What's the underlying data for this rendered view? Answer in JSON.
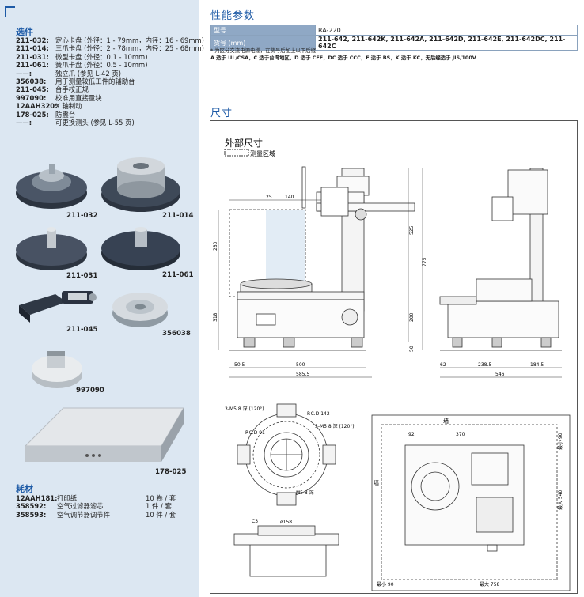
{
  "left": {
    "title": "选件",
    "options": [
      {
        "code": "211-032:",
        "desc": "定心卡盘 (外径：1 - 79mm，内径：16 - 69mm)"
      },
      {
        "code": "211-014:",
        "desc": "三爪卡盘 (外径：2 - 78mm，内径：25 - 68mm)"
      },
      {
        "code": "211-031:",
        "desc": "微型卡盘 (外径：0.1 - 10mm)"
      },
      {
        "code": "211-061:",
        "desc": "簧爪卡盘 (外径：0.5 - 10mm)"
      },
      {
        "code": "——:",
        "desc": "独立爪 (参见 L-42 页)"
      },
      {
        "code": "356038:",
        "desc": "用于测量较低工件的辅助台"
      },
      {
        "code": "211-045:",
        "desc": "台手校正规"
      },
      {
        "code": "997090:",
        "desc": "校准用直接量块"
      },
      {
        "code": "12AAH320:",
        "desc": "X 轴制动"
      },
      {
        "code": "178-025:",
        "desc": "防震台"
      },
      {
        "code": "——:",
        "desc": "可更换测头 (参见 L-55 页)"
      }
    ],
    "photos": {
      "p1": "211-032",
      "p2": "211-014",
      "p3": "211-031",
      "p4": "211-061",
      "p5": "211-045",
      "p6": "356038",
      "p7": "997090",
      "p8": "178-025"
    },
    "consumables_title": "耗材",
    "consumables": [
      {
        "code": "12AAH181:",
        "name": "打印纸",
        "qty": "10 卷 / 套"
      },
      {
        "code": "358592:",
        "name": "空气过滤器滤芯",
        "qty": "1 件 / 套"
      },
      {
        "code": "358593:",
        "name": "空气调节器调节件",
        "qty": "10 件 / 套"
      }
    ]
  },
  "right": {
    "perf_title": "性能参数",
    "spec": [
      {
        "k": "型号",
        "v": "RA-220"
      },
      {
        "k": "货号 (mm)",
        "v": "211-642, 211-642K, 211-642A, 211-642D, 211-642E, 211-642DC, 211-642C"
      }
    ],
    "note1": "* 为区分交流电源电缆，在货号后加上以下后缀：",
    "note2": "A 适于 UL/CSA，C 适于台湾地区，D 适于 CEE，DC 适于 CCC，E 适于 BS，K 适于 KC，无后缀适于 JIS/100V",
    "dim_title": "尺寸",
    "outer_dim": "外部尺寸",
    "meas_area": "测量区域",
    "front_dims": {
      "d25": "25",
      "d140": "140",
      "d280": "280",
      "d525": "525",
      "d775": "775",
      "d318": "318",
      "d200": "200",
      "d50": "50",
      "d505": "50.5",
      "d500": "500",
      "d5855": "585.5"
    },
    "side_dims": {
      "d62": "62",
      "d2385": "238.5",
      "d1845": "184.5",
      "d546": "546"
    },
    "top_labels": {
      "m1": "3-M5 8 深 (120°)",
      "m2": "3-M5 8 深 (120°)",
      "pcd91": "P.C.D 91",
      "pcd142": "P.C.D 142",
      "m5": "M5 8 深",
      "c3": "C3",
      "d158": "ø158"
    },
    "floor": {
      "wall": "墙",
      "d92": "92",
      "d370": "370",
      "min90": "最小 90",
      "max758": "最大 758",
      "wall2": "墙",
      "d540": "最大 540",
      "dmin90": "最小 90"
    }
  }
}
